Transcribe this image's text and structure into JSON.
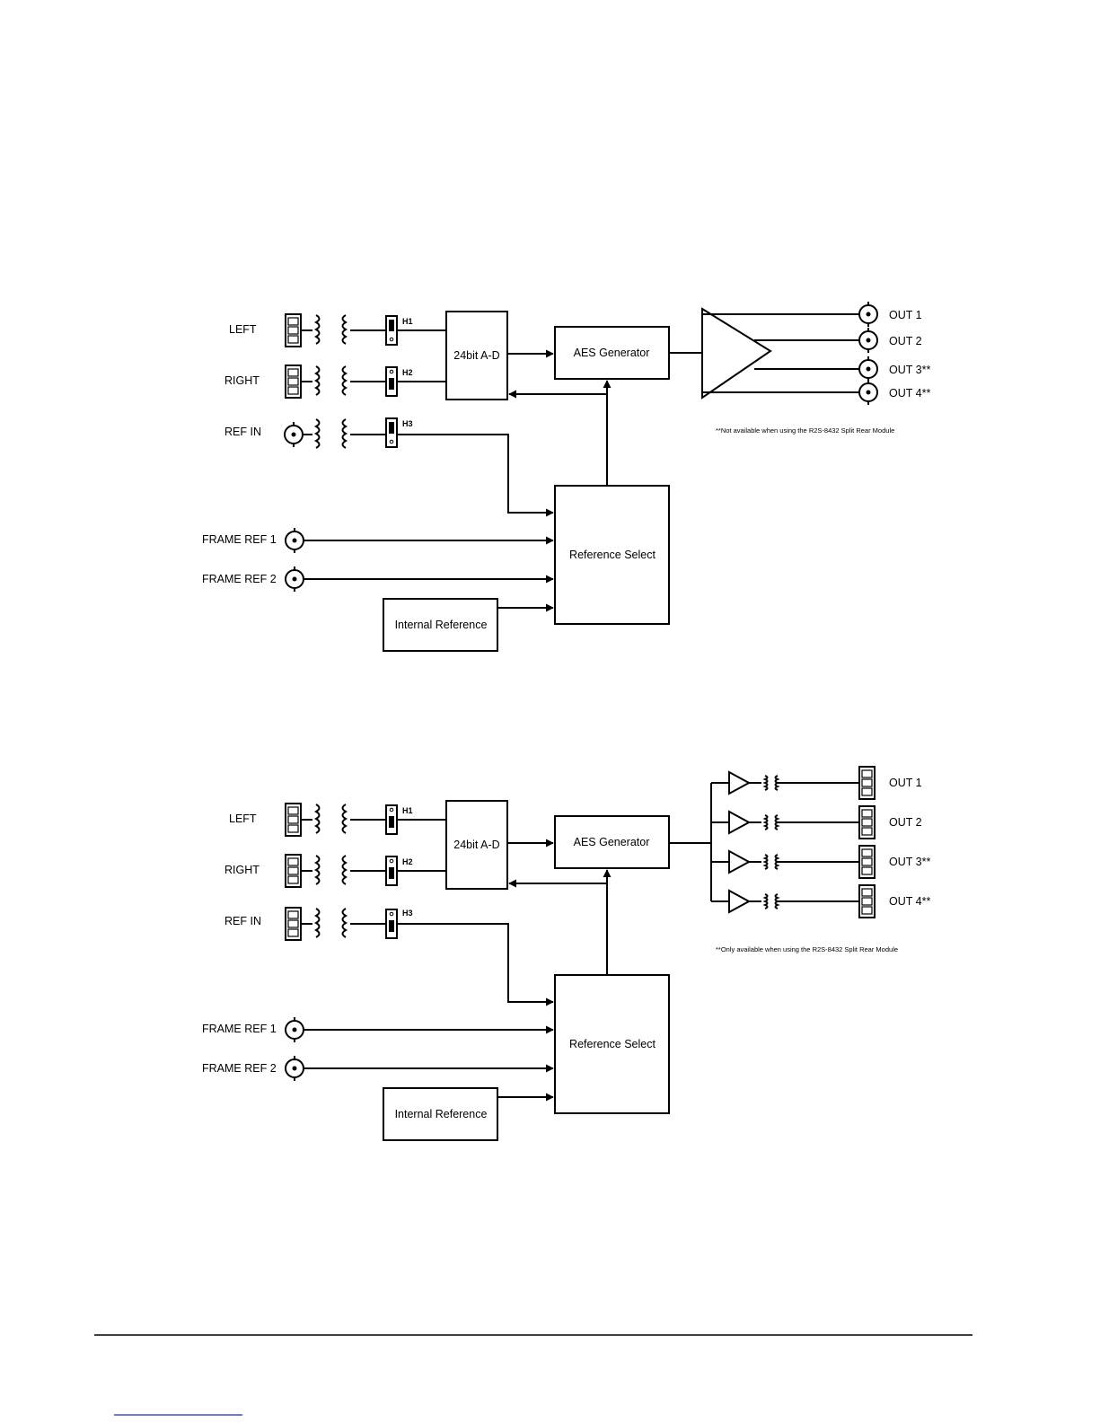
{
  "diagrams": [
    {
      "inputs": {
        "left": "LEFT",
        "right": "RIGHT",
        "ref_in": "REF IN",
        "frame_ref_1": "FRAME REF 1",
        "frame_ref_2": "FRAME REF 2"
      },
      "headers": {
        "h1": "H1",
        "h2": "H2",
        "h3": "H3"
      },
      "blocks": {
        "adc": "24bit A-D",
        "aes": "AES Generator",
        "ref_select": "Reference Select",
        "internal_ref": "Internal Reference"
      },
      "outputs": [
        "OUT 1",
        "OUT 2",
        "OUT 3**",
        "OUT 4**"
      ],
      "output_type": "bnc",
      "note": "**Not available when using the R2S-8432 Split Rear Module"
    },
    {
      "inputs": {
        "left": "LEFT",
        "right": "RIGHT",
        "ref_in": "REF IN",
        "frame_ref_1": "FRAME REF 1",
        "frame_ref_2": "FRAME REF 2"
      },
      "headers": {
        "h1": "H1",
        "h2": "H2",
        "h3": "H3"
      },
      "blocks": {
        "adc": "24bit A-D",
        "aes": "AES Generator",
        "ref_select": "Reference Select",
        "internal_ref": "Internal Reference"
      },
      "outputs": [
        "OUT 1",
        "OUT 2",
        "OUT 3**",
        "OUT 4**"
      ],
      "output_type": "terminal",
      "note": "**Only available when using the R2S-8432 Split Rear Module"
    }
  ]
}
